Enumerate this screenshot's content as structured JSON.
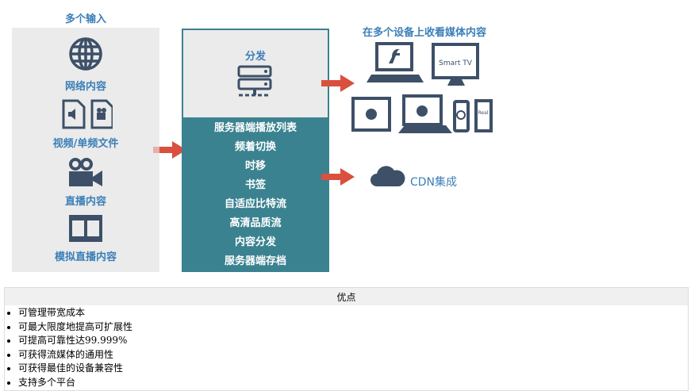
{
  "inputs": {
    "title": "多个输入",
    "items": [
      "网络内容",
      "视频/单频文件",
      "直播内容",
      "模拟直播内容"
    ]
  },
  "distribution": {
    "title": "分发",
    "features": [
      "服务器端播放列表",
      "频着切换",
      "时移",
      "书签",
      "自适应比特流",
      "高清品质流",
      "内容分发",
      "服务器端存档"
    ]
  },
  "devices": {
    "title": "在多个设备上收看媒体内容",
    "smart_tv": "Smart TV",
    "phone_label": "Real"
  },
  "cdn": {
    "label": "CDN集成"
  },
  "advantages": {
    "header": "优点",
    "items": [
      "可管理带宽成本",
      "可最大限度地提高可扩展性",
      "可提高可靠性达99.999%",
      "可获得流媒体的通用性",
      "可获得最佳的设备兼容性",
      "支持多个平台"
    ]
  },
  "colors": {
    "teal": "#3b8290",
    "blue": "#3b7fb8",
    "icon": "#3d5068",
    "arrow": "#d9503f"
  }
}
